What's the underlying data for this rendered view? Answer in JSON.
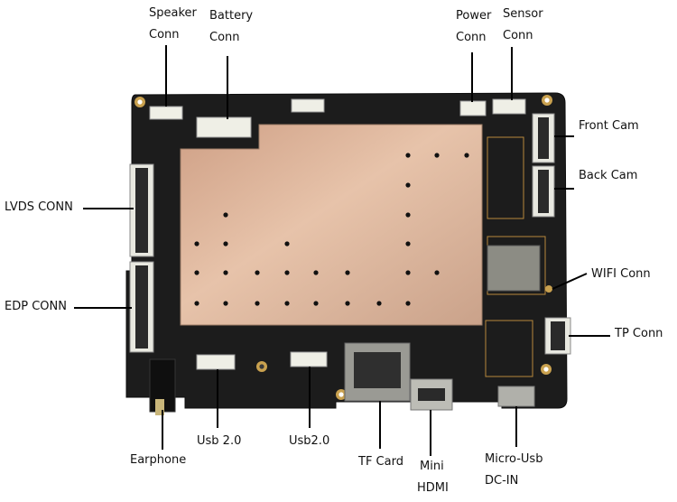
{
  "labels": {
    "speaker": [
      "Speaker",
      "Conn"
    ],
    "battery": [
      "Battery",
      "Conn"
    ],
    "power": [
      "Power",
      "Conn"
    ],
    "sensor": [
      "Sensor",
      "Conn"
    ],
    "front_cam": [
      "Front Cam"
    ],
    "back_cam": [
      "Back Cam"
    ],
    "lvds": [
      "LVDS CONN"
    ],
    "edp": [
      "EDP CONN"
    ],
    "wifi": [
      "WIFI Conn"
    ],
    "tp": [
      "TP Conn"
    ],
    "earphone": [
      "Earphone"
    ],
    "usb20_a": [
      "Usb 2.0"
    ],
    "usb20_b": [
      "Usb2.0"
    ],
    "tf_card": [
      "TF Card"
    ],
    "mini_hdmi": [
      "Mini",
      "HDMI"
    ],
    "micro_usb": [
      "Micro-Usb",
      "DC-IN"
    ]
  },
  "colors": {
    "pcb": "#1c1c1c",
    "shield": "#d4a98c",
    "connector": "#efefe6",
    "leader": "#000000"
  }
}
